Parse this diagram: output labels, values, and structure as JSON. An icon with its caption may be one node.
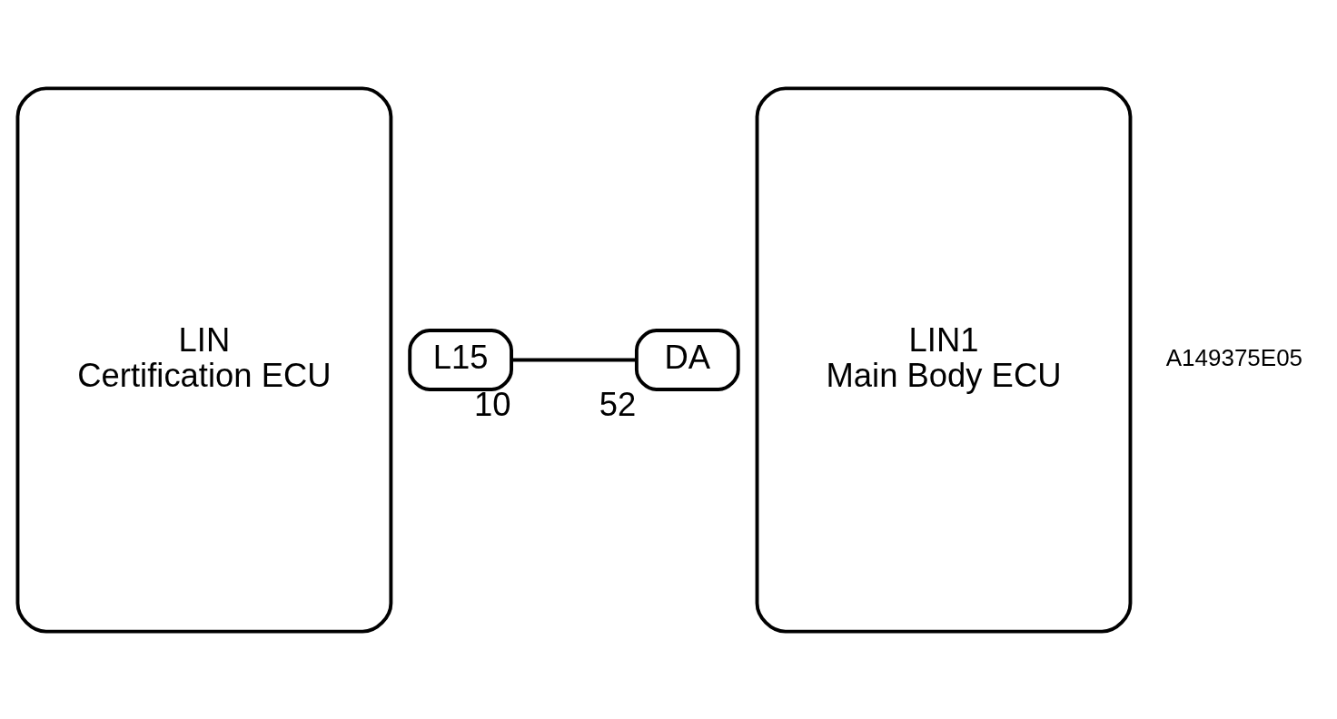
{
  "diagram": {
    "nodes": [
      {
        "text": [
          "LIN",
          "Certification ECU"
        ]
      },
      {
        "text": [
          "L15"
        ],
        "beside": [
          "10"
        ]
      },
      {
        "text": [
          "DA"
        ],
        "beside": [
          "52"
        ]
      },
      {
        "text": [
          "LIN1",
          "Main Body ECU"
        ]
      }
    ],
    "edges": [
      {
        "from": 1,
        "to": 2,
        "arrow": "none"
      }
    ],
    "labels": [
      "A149375E05"
    ]
  }
}
